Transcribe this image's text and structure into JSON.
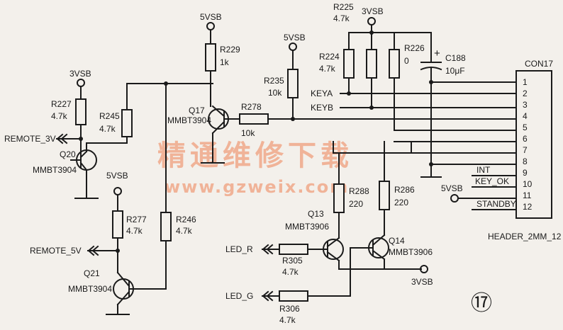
{
  "colors": {
    "ink": "#1a1a1a",
    "paper": "#f3f0eb",
    "watermark": "#f0a98a"
  },
  "figure_number": "⑰",
  "watermark": {
    "chinese": "精通维修下载",
    "url": "www.gzweix.com"
  },
  "power": {
    "v3vsb": "3VSB",
    "v5vsb": "5VSB"
  },
  "signals": {
    "remote_3v": "REMOTE_3V",
    "remote_5v": "REMOTE_5V",
    "led_r": "LED_R",
    "led_g": "LED_G",
    "keya": "KEYA",
    "keyb": "KEYB"
  },
  "resistors": {
    "r227": {
      "ref": "R227",
      "value": "4.7k"
    },
    "r245": {
      "ref": "R245",
      "value": "4.7k"
    },
    "r229": {
      "ref": "R229",
      "value": "1k"
    },
    "r278": {
      "ref": "R278",
      "value": "10k"
    },
    "r235": {
      "ref": "R235",
      "value": "10k"
    },
    "r225": {
      "ref": "R225",
      "value": "4.7k"
    },
    "r224": {
      "ref": "R224",
      "value": "4.7k"
    },
    "r226": {
      "ref": "R226",
      "value": "0"
    },
    "r277": {
      "ref": "R277",
      "value": "4.7k"
    },
    "r246": {
      "ref": "R246",
      "value": "4.7k"
    },
    "r288": {
      "ref": "R288",
      "value": "220"
    },
    "r286": {
      "ref": "R286",
      "value": "220"
    },
    "r305": {
      "ref": "R305",
      "value": "4.7k"
    },
    "r306": {
      "ref": "R306",
      "value": "4.7k"
    }
  },
  "capacitor": {
    "ref": "C188",
    "value": "10μF",
    "plus": "+"
  },
  "transistors": {
    "q20": {
      "ref": "Q20",
      "part": "MMBT3904"
    },
    "q17": {
      "ref": "Q17",
      "part": "MMBT3904"
    },
    "q21": {
      "ref": "Q21",
      "part": "MMBT3904"
    },
    "q13": {
      "ref": "Q13",
      "part": "MMBT3906"
    },
    "q14": {
      "ref": "Q14",
      "part": "MMBT3906"
    }
  },
  "connector": {
    "ref": "CON17",
    "footprint": "HEADER_2MM_12",
    "pins": [
      "1",
      "2",
      "3",
      "4",
      "5",
      "6",
      "7",
      "8",
      "9",
      "10",
      "11",
      "12"
    ],
    "pin_labels": {
      "int": "INT",
      "key_ok": "KEY_OK",
      "standby": "STANDBY"
    }
  }
}
